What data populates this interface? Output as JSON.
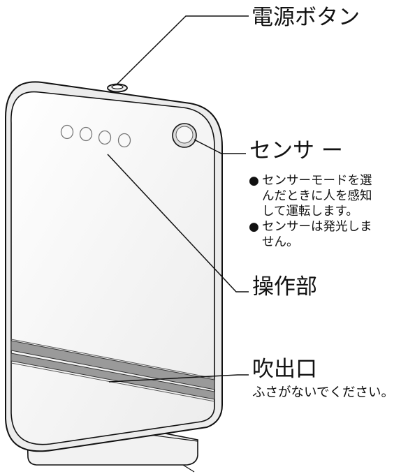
{
  "labels": {
    "power_button": "電源ボタン",
    "sensor": "センサ ー",
    "control_panel": "操作部",
    "vent": "吹出口",
    "vent_note": "ふさがないでください。"
  },
  "sensor_notes": [
    {
      "bullet": "●",
      "line1": "センサーモードを選",
      "line2": "んだときに人を感知",
      "line3": "して運転します。"
    },
    {
      "bullet": "●",
      "line1": "センサーは発光しま",
      "line2": "せん。"
    }
  ],
  "colors": {
    "line": "#111111",
    "body_fill": "#f4f4f4",
    "body_edge": "#e9e9e9",
    "vent_stripe": "#9a9a9a"
  }
}
